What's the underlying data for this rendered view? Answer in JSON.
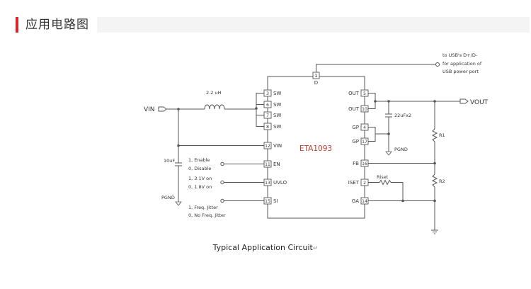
{
  "header": {
    "title": "应用电路图"
  },
  "chip": {
    "name": "ETA1093"
  },
  "pins": [
    {
      "num": "1",
      "label": "D"
    },
    {
      "num": "3",
      "label": "SW"
    },
    {
      "num": "6",
      "label": "SW"
    },
    {
      "num": "7",
      "label": "SW"
    },
    {
      "num": "8",
      "label": "SW"
    },
    {
      "num": "12",
      "label": "VIN"
    },
    {
      "num": "11",
      "label": "EN"
    },
    {
      "num": "13",
      "label": "UVLO"
    },
    {
      "num": "15",
      "label": "SI"
    },
    {
      "num": "5",
      "label": "OUT"
    },
    {
      "num": "10",
      "label": "OUT"
    },
    {
      "num": "4",
      "label": "GP"
    },
    {
      "num": "17",
      "label": "GP"
    },
    {
      "num": "16",
      "label": "FB"
    },
    {
      "num": "2",
      "label": "ISET"
    },
    {
      "num": "14",
      "label": "GA"
    }
  ],
  "labels": {
    "vin": "VIN",
    "vout": "VOUT",
    "inductor": "2.2 uH",
    "cin": "10uF",
    "pgnd_left": "PGND",
    "pgnd_right": "PGND",
    "cout": "22uFx2",
    "r1": "R1",
    "r2": "R2",
    "riset": "Riset",
    "usb_note": [
      "to USB's D+/D-",
      "for application of",
      "USB power port"
    ],
    "en_note": [
      "1, Enable",
      "0, Disable"
    ],
    "uvlo_note": [
      "1, 3.1V on",
      "0, 1.8V on"
    ],
    "si_note": [
      "1, Freq. Jitter",
      "0, No Freq. Jitter"
    ]
  },
  "caption": {
    "text": "Typical Application Circuit",
    "mark": "↵"
  }
}
